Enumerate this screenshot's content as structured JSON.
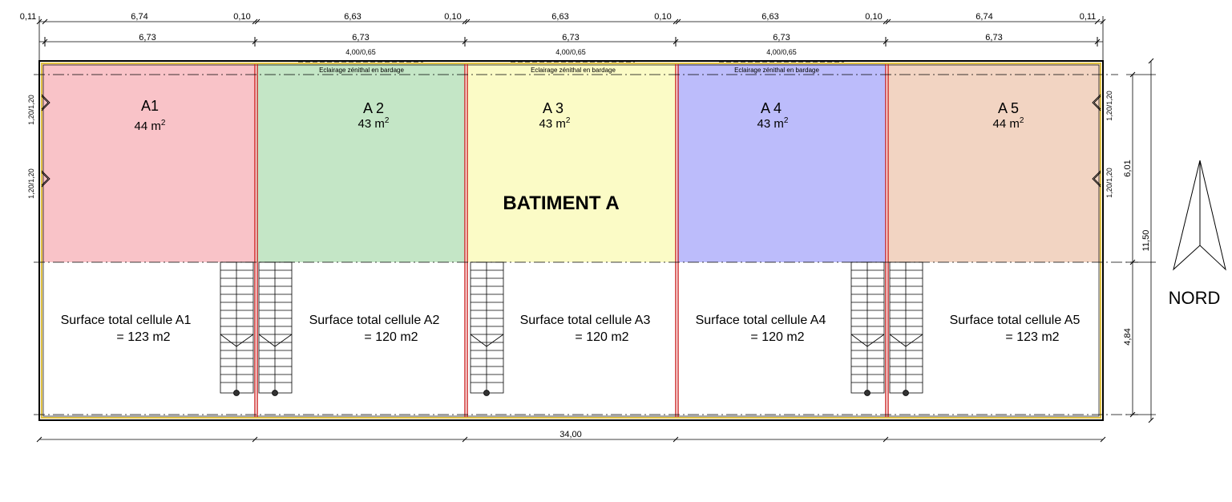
{
  "building": {
    "title": "BATIMENT A",
    "north_label": "NORD"
  },
  "top_dims_row1": [
    "0,11",
    "6,74",
    "0,10",
    "6,63",
    "0,10",
    "6,63",
    "0,10",
    "6,63",
    "0,10",
    "6,74",
    "0,11"
  ],
  "top_dims_row2": [
    "6,73",
    "6,73",
    "6,73",
    "6,73",
    "6,73"
  ],
  "skylight_dims": [
    "4,00/0,65",
    "4,00/0,65",
    "4,00/0,65"
  ],
  "skylight_label": "Eclairage zénithal en bardage",
  "bottom_dim": "34,00",
  "right_dims": {
    "upper": "6,01",
    "lower": "4,84",
    "total": "11,50"
  },
  "door_dims": "1,20/1,20",
  "cells": [
    {
      "name": "A1",
      "area_value": "44 m",
      "area_exp": "2",
      "surface_line1": "Surface total cellule A1",
      "surface_line2": "= 123 m2",
      "color": "#f9c3c8"
    },
    {
      "name": "A 2",
      "area_value": "43 m",
      "area_exp": "2",
      "surface_line1": "Surface total cellule A2",
      "surface_line2": "= 120 m2",
      "color": "#c4e6c6"
    },
    {
      "name": "A 3",
      "area_value": "43 m",
      "area_exp": "2",
      "surface_line1": "Surface total cellule A3",
      "surface_line2": "= 120 m2",
      "color": "#fbfbc6"
    },
    {
      "name": "A 4",
      "area_value": "43 m",
      "area_exp": "2",
      "surface_line1": "Surface total cellule A4",
      "surface_line2": "= 120 m2",
      "color": "#bcbcfb"
    },
    {
      "name": "A 5",
      "area_value": "44 m",
      "area_exp": "2",
      "surface_line1": "Surface total cellule A5",
      "surface_line2": "= 123 m2",
      "color": "#f2d4c2"
    }
  ],
  "colors": {
    "wall": "#e0c040",
    "partition": "#cc2222",
    "line": "#000000"
  }
}
